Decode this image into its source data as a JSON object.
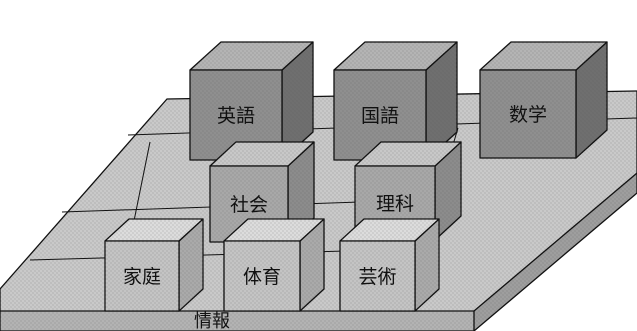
{
  "base_label": "情報",
  "subjects": {
    "english": "英語",
    "japanese": "国語",
    "math": "数学",
    "social": "社会",
    "science": "理科",
    "home": "家庭",
    "pe": "体育",
    "arts": "芸術"
  },
  "colors": {
    "background": "#ffffff",
    "outline": "#111111",
    "platform_top": "#c9c9c9",
    "platform_front": "#b3b3b3",
    "back_cube_front": "#8f8f8f",
    "back_cube_top": "#b4b4b4",
    "back_cube_side": "#6f6f6f",
    "mid_cube_front": "#a8a8a8",
    "mid_cube_top": "#c8c8c8",
    "mid_cube_side": "#8c8c8c",
    "front_cube_front": "#c4c4c4",
    "front_cube_top": "#dcdcdc",
    "front_cube_side": "#aaaaaa"
  }
}
